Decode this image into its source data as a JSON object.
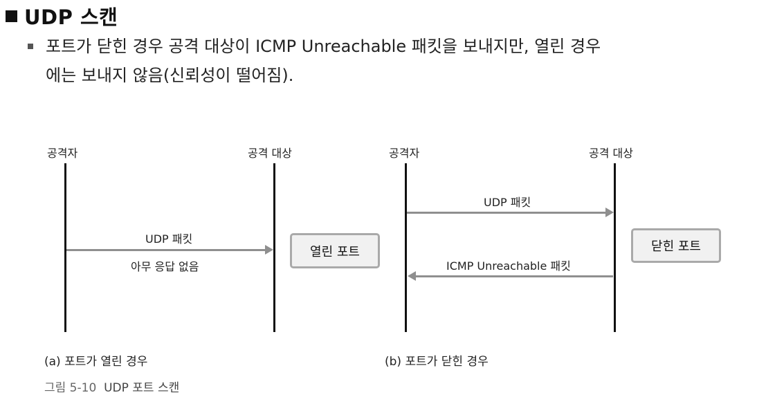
{
  "heading": "UDP 스캔",
  "bullet": {
    "line1": "포트가 닫힌 경우 공격 대상이 ICMP Unreachable 패킷을 보내지만, 열린 경우",
    "line2": "에는 보내지 않음(신뢰성이 떨어짐)."
  },
  "diagram_a": {
    "attacker": "공격자",
    "target": "공격 대상",
    "packet_label": "UDP 패킷",
    "response_label": "아무 응답 없음",
    "port_state": "열린 포트",
    "caption": "(a) 포트가 열린 경우"
  },
  "diagram_b": {
    "attacker": "공격자",
    "target": "공격 대상",
    "packet_label": "UDP 패킷",
    "response_label": "ICMP Unreachable 패킷",
    "port_state": "닫힌 포트",
    "caption": "(b) 포트가 닫힌 경우"
  },
  "figure": {
    "number": "그림 5-10",
    "title": "UDP 포트 스캔"
  },
  "colors": {
    "arrow": "#8f8f8f",
    "box_border": "#a9a9a9",
    "box_fill": "#f1f1f1",
    "lifeline": "#111111"
  }
}
